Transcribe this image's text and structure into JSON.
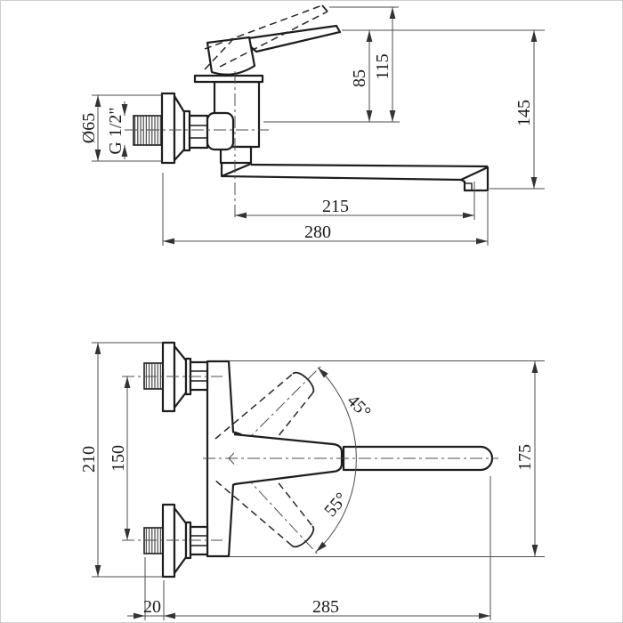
{
  "colors": {
    "background": "#ffffff",
    "main_lines": "#1d1d1d",
    "thin_lines": "#4d4d4d",
    "text": "#1a1a1a"
  },
  "side": {
    "d85": "85",
    "d115": "115",
    "d145": "145",
    "d215": "215",
    "d280": "280",
    "dia": "Ø65",
    "thread": "G 1/2\""
  },
  "plan": {
    "d210": "210",
    "d150": "150",
    "d175": "175",
    "d20": "20",
    "d285": "285",
    "a45": "45°",
    "a55": "55°"
  }
}
